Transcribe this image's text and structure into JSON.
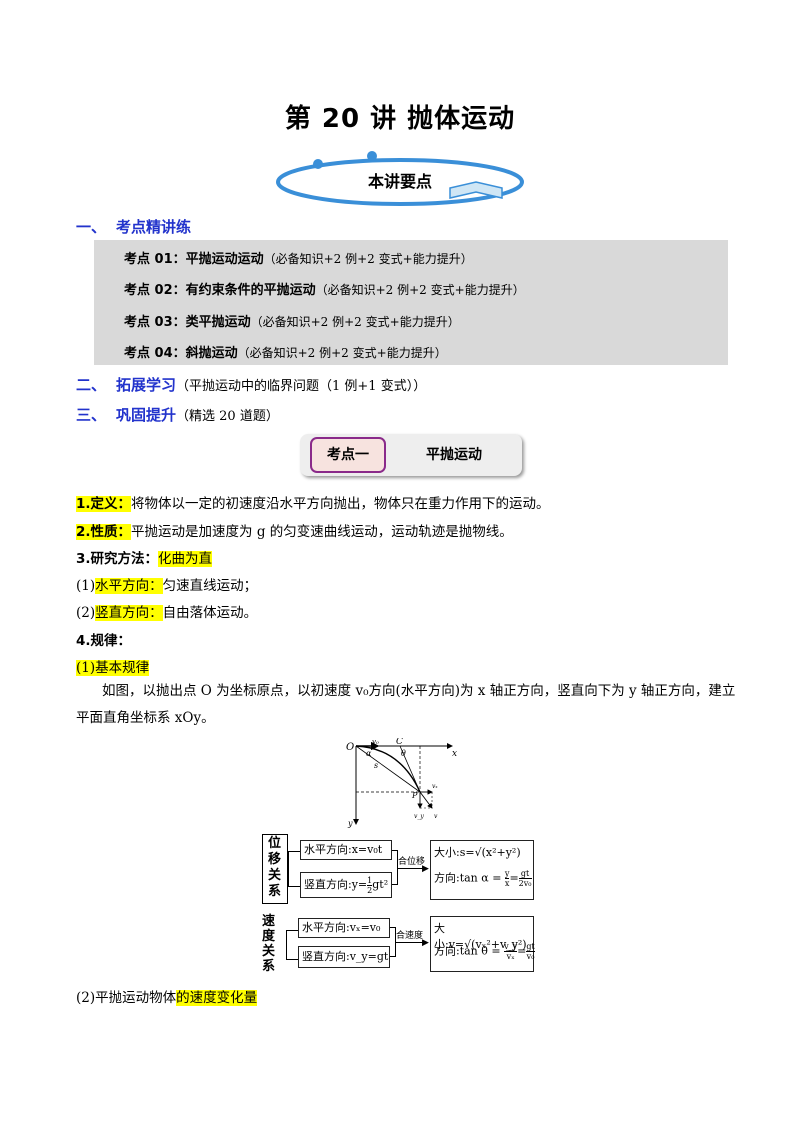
{
  "title": "第 20 讲   抛体运动",
  "banner": "本讲要点",
  "sections": [
    {
      "num": "一、",
      "name": "考点精讲练",
      "note": ""
    },
    {
      "num": "二、",
      "name": "拓展学习",
      "note": "（平抛运动中的临界问题（1 例+1 变式））"
    },
    {
      "num": "三、",
      "name": "巩固提升",
      "note": "（精选 20 道题）"
    }
  ],
  "kaodian": [
    {
      "label": "考点 01：平抛运动运动",
      "extra": "（必备知识+2 例+2 变式+能力提升）"
    },
    {
      "label": "考点 02：有约束条件的平抛运动",
      "extra": "（必备知识+2 例+2 变式+能力提升）"
    },
    {
      "label": "考点 03：类平抛运动",
      "extra": "（必备知识+2 例+2 变式+能力提升）"
    },
    {
      "label": "考点 04：斜抛运动",
      "extra": "（必备知识+2 例+2 变式+能力提升）"
    }
  ],
  "tab": {
    "left": "考点一",
    "right": "平抛运动"
  },
  "content": {
    "def_label": "1.定义：",
    "def_text": "将物体以一定的初速度沿水平方向抛出，物体只在重力作用下的运动。",
    "prop_label": "2.性质：",
    "prop_text": "平抛运动是加速度为 g 的匀变速曲线运动，运动轨迹是抛物线。",
    "method_label": "3.研究方法：",
    "method_value": "化曲为直",
    "h_prefix": "(1)",
    "h_label": "水平方向：",
    "h_text": "匀速直线运动；",
    "v_prefix": "(2)",
    "v_label": "竖直方向：",
    "v_text": "自由落体运动。",
    "law_label": "4.规律：",
    "basic_law": "(1)基本规律",
    "para": "如图，以抛出点 O 为坐标原点，以初速度 v₀方向(水平方向)为 x 轴正方向，竖直向下为 y 轴正方向，建立平面直角坐标系 xOy。",
    "change_prefix": "(2)平抛运动物体",
    "change_hl": "的速度变化量"
  },
  "figure": {
    "O": "O",
    "v0": "v₀",
    "C": "C",
    "x": "x",
    "alpha": "α",
    "s": "s",
    "theta": "θ",
    "P": "P",
    "vx": "vₓ",
    "vy": "v_y",
    "v": "v",
    "y": "y"
  },
  "displacement": {
    "label": [
      "位",
      "移",
      "关",
      "系"
    ],
    "horizontal": "水平方向:x=v₀t",
    "vertical_pre": "竖直方向:y=",
    "vertical_frac_n": "1",
    "vertical_frac_d": "2",
    "vertical_post": "gt²",
    "combine": "合位移",
    "mag": "大小:s=√(x²+y²)",
    "dir_pre": "方向:tan α =",
    "dir_f1n": "y",
    "dir_f1d": "x",
    "dir_f2n": "gt",
    "dir_f2d": "2v₀"
  },
  "velocity": {
    "label": [
      "速",
      "度",
      "关",
      "系"
    ],
    "horizontal": "水平方向:vₓ=v₀",
    "vertical": "竖直方向:v_y=gt",
    "combine": "合速度",
    "mag": "大小:v=√(vₓ²+v_y²)",
    "dir_pre": "方向:tan θ =",
    "dir_f1n": "v_y",
    "dir_f1d": "vₓ",
    "dir_f2n": "gt",
    "dir_f2d": "v₀"
  }
}
